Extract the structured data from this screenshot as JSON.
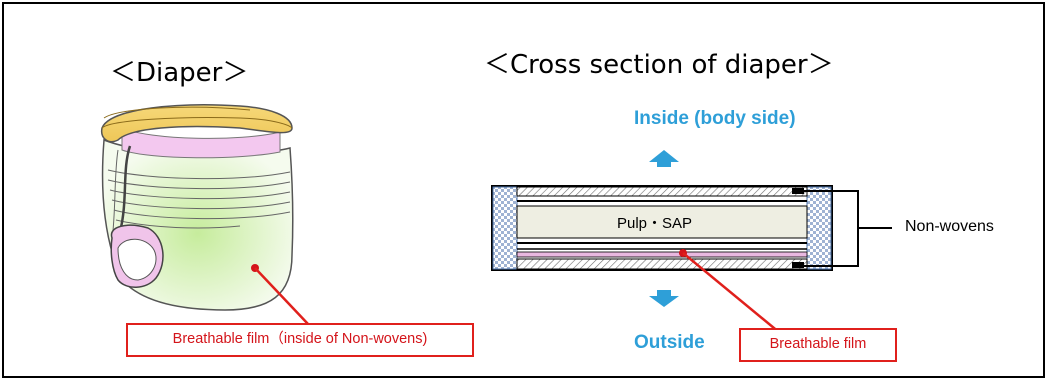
{
  "diaper_section": {
    "title": "＜Diaper＞",
    "callout": "Breathable film（inside of Non-wovens)"
  },
  "cross_section": {
    "title": "＜Cross section of diaper＞",
    "inside_label": "Inside (body side)",
    "outside_label": "Outside",
    "core_label": "Pulp・SAP",
    "nonwovens_label": "Non-wovens",
    "callout": "Breathable film"
  },
  "colors": {
    "arrow_blue": "#2e9fd8",
    "callout_red": "#e0201c",
    "film_pink": "#e9b8e0",
    "hatch_blue": "#8aa6cc"
  }
}
